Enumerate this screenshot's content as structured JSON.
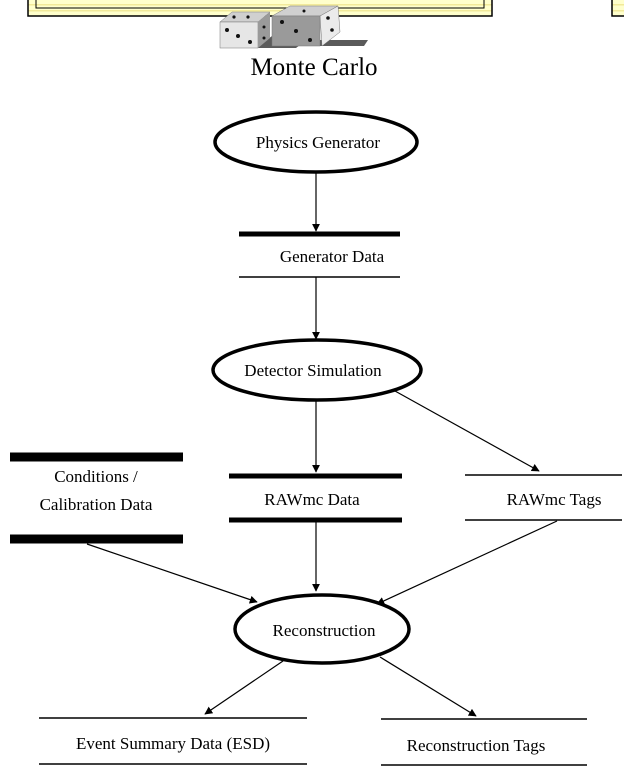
{
  "title": "Monte Carlo",
  "processes": {
    "physics_generator": "Physics Generator",
    "detector_simulation": "Detector Simulation",
    "reconstruction": "Reconstruction"
  },
  "stores": {
    "generator_data": "Generator Data",
    "conditions_line1": "Conditions /",
    "conditions_line2": "Calibration Data",
    "rawmc_data": "RAWmc Data",
    "rawmc_tags": "RAWmc Tags",
    "esd": "Event Summary Data (ESD)",
    "reconstruction_tags": "Reconstruction Tags"
  },
  "colors": {
    "banner_fill": "#ffffcc",
    "banner_stripe": "#f2ea9a",
    "die_face": "#e6e6e6",
    "die_shade": "#9a9a9a",
    "die_shadow": "#5a5a5a"
  }
}
